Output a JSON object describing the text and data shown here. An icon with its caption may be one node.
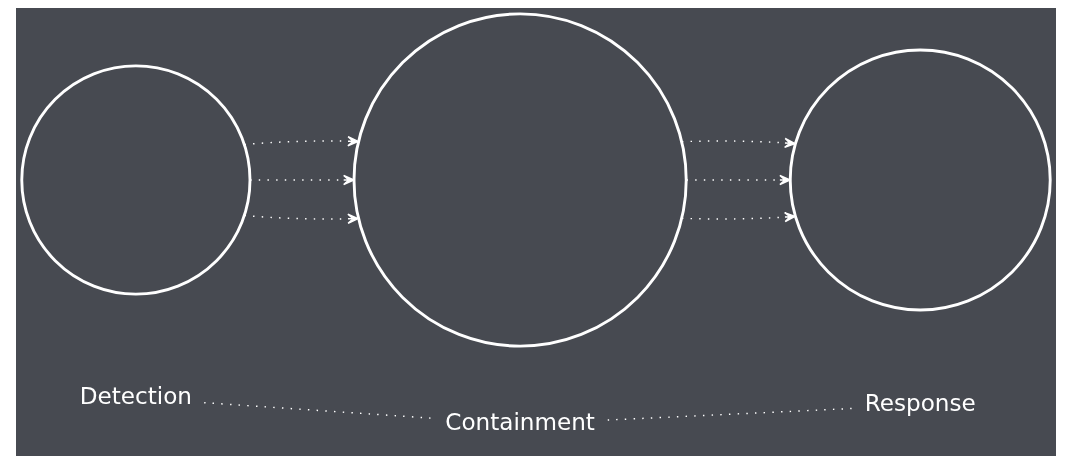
{
  "diagram": {
    "nodes": [
      {
        "text": [],
        "shape": "circle"
      },
      {
        "text": [],
        "shape": "circle"
      },
      {
        "text": [],
        "shape": "circle"
      },
      {
        "text": [
          "Detection"
        ]
      },
      {
        "text": [
          "Containment"
        ]
      },
      {
        "text": [
          "Response"
        ]
      }
    ],
    "edges": [
      {
        "from": 0,
        "to": 1,
        "arrow": "to"
      },
      {
        "from": 0,
        "to": 1,
        "arrow": "to"
      },
      {
        "from": 0,
        "to": 1,
        "arrow": "to"
      },
      {
        "from": 1,
        "to": 2,
        "arrow": "to"
      },
      {
        "from": 1,
        "to": 2,
        "arrow": "to"
      },
      {
        "from": 1,
        "to": 2,
        "arrow": "to"
      },
      {
        "from": 3,
        "to": 4,
        "arrow": "none"
      },
      {
        "from": 4,
        "to": 5,
        "arrow": "none"
      }
    ]
  }
}
